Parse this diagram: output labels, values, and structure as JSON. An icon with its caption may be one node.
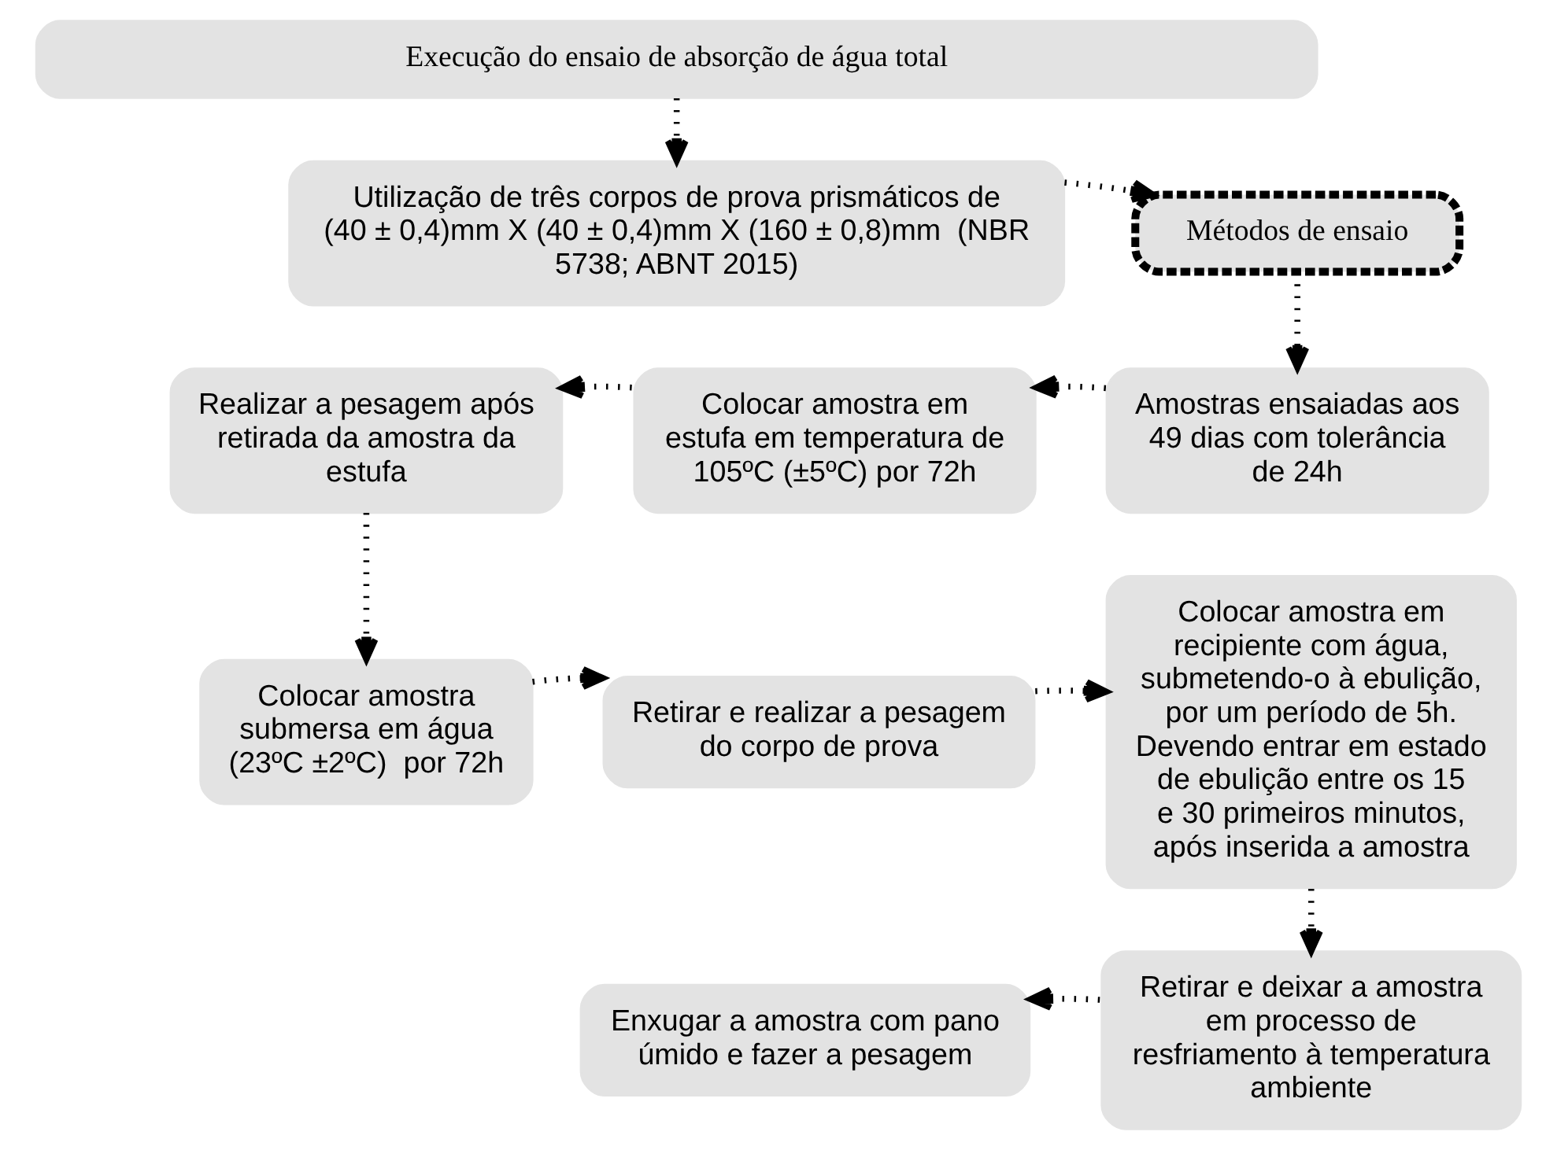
{
  "diagram": {
    "nodes": [
      {
        "text": [
          "Execução do ensaio de absorção de água total"
        ]
      },
      {
        "text": [
          "Utilização de três corpos de prova prismáticos de (40 ± 0,4)mm X (40 ± 0,4)mm X (160 ± 0,8)mm  (NBR 5738; ABNT 2015)"
        ]
      },
      {
        "text": [
          "Métodos de ensaio"
        ]
      },
      {
        "text": [
          "Amostras ensaiadas aos 49 dias com tolerância de 24h"
        ]
      },
      {
        "text": [
          "Colocar amostra em estufa em temperatura de 105ºC (±5ºC) por 72h"
        ]
      },
      {
        "text": [
          "Realizar a pesagem após retirada da amostra da estufa"
        ]
      },
      {
        "text": [
          "Colocar amostra submersa em água (23ºC ±2ºC)  por 72h"
        ]
      },
      {
        "text": [
          "Retirar e realizar a pesagem do corpo de prova"
        ]
      },
      {
        "text": [
          "Colocar amostra em recipiente com água, submetendo-o à ebulição, por um período de 5h. Devendo entrar em estado de ebulição entre os 15 e 30 primeiros minutos, após inserida a amostra"
        ]
      },
      {
        "text": [
          "Retirar e deixar a amostra em processo de resfriamento à temperatura ambiente"
        ]
      },
      {
        "text": [
          "Enxugar a amostra com pano úmido e fazer a pesagem"
        ]
      }
    ],
    "edges": [
      {
        "from": 0,
        "to": 1,
        "arrow": "to"
      },
      {
        "from": 1,
        "to": 2,
        "arrow": "to"
      },
      {
        "from": 2,
        "to": 3,
        "arrow": "to"
      },
      {
        "from": 3,
        "to": 4,
        "arrow": "to"
      },
      {
        "from": 4,
        "to": 5,
        "arrow": "to"
      },
      {
        "from": 5,
        "to": 6,
        "arrow": "to"
      },
      {
        "from": 6,
        "to": 7,
        "arrow": "to"
      },
      {
        "from": 7,
        "to": 8,
        "arrow": "to"
      },
      {
        "from": 8,
        "to": 9,
        "arrow": "to"
      },
      {
        "from": 9,
        "to": 10,
        "arrow": "to"
      }
    ]
  }
}
